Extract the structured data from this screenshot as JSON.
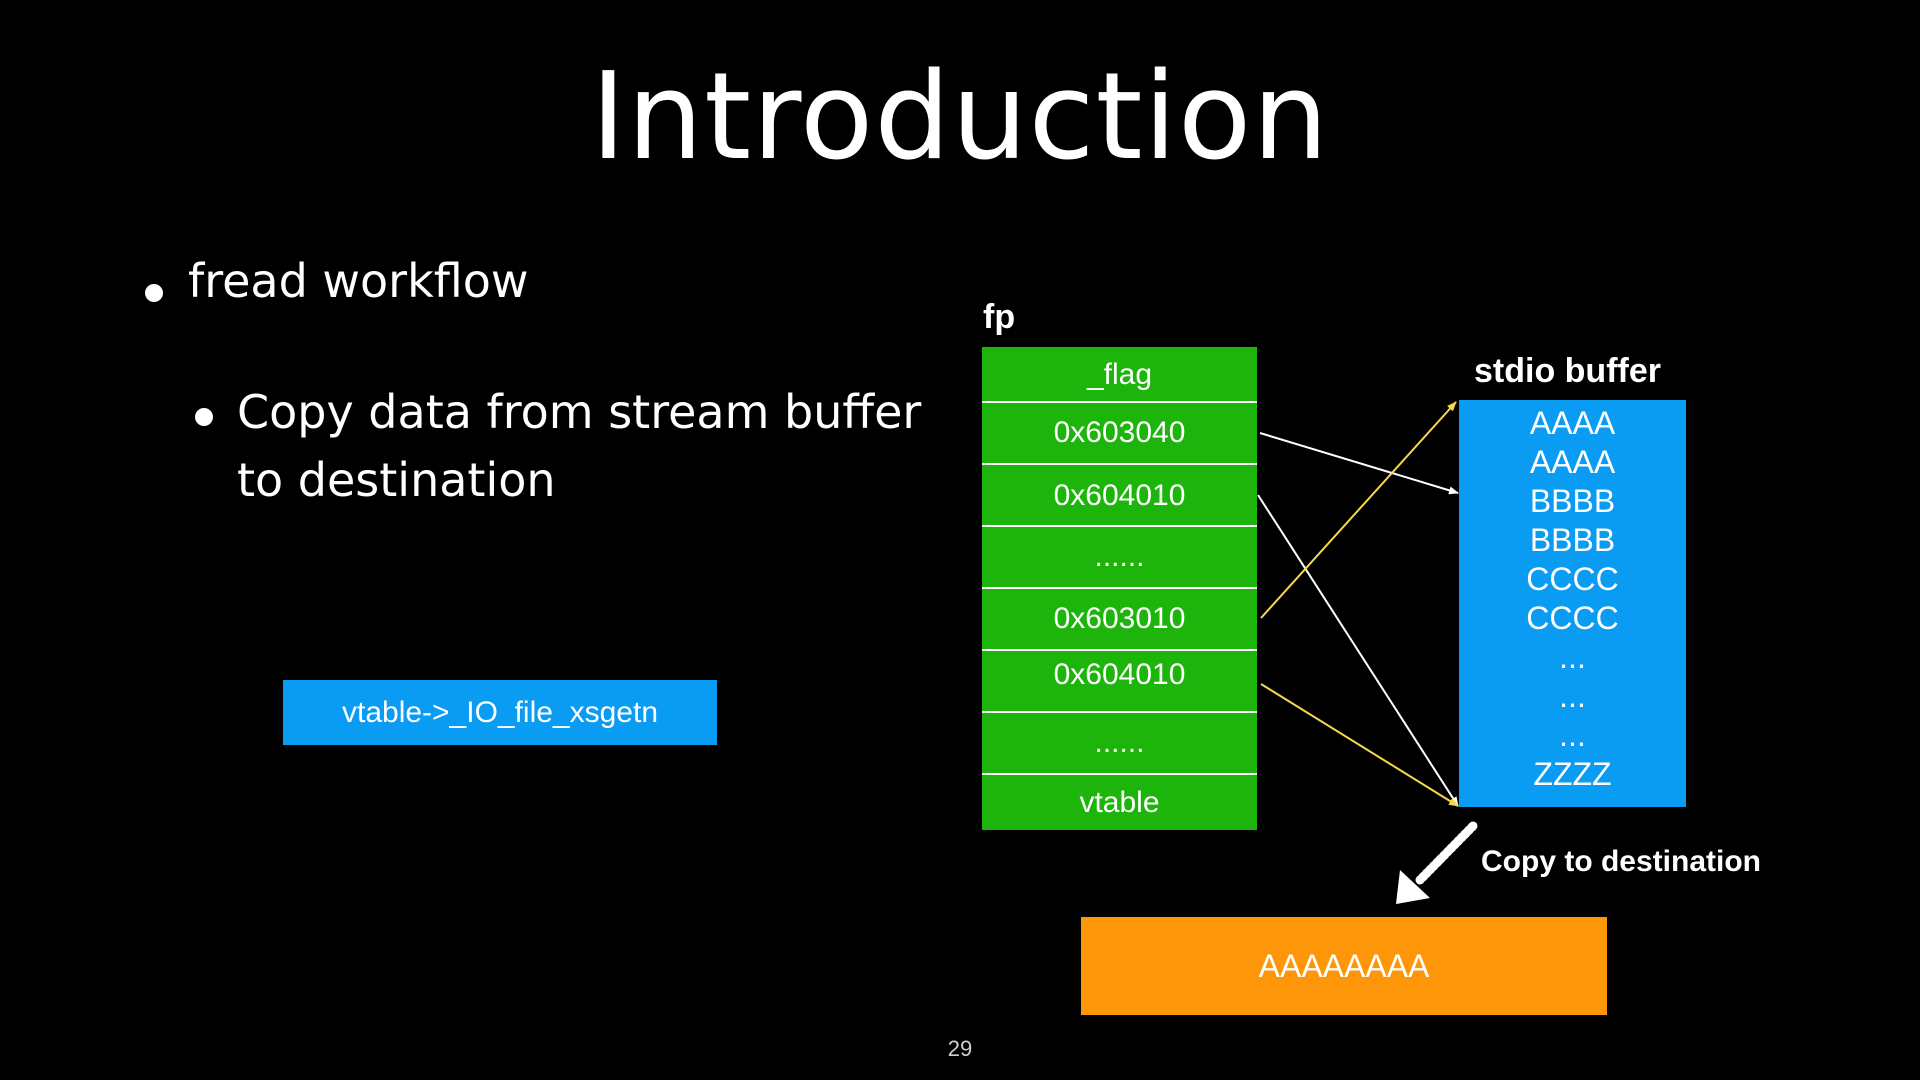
{
  "slide": {
    "title": "Introduction",
    "page_number": "29"
  },
  "bullets": {
    "level1": "fread workflow",
    "level2": "Copy data from stream buffer to destination"
  },
  "vtable_box": {
    "label": "vtable->_IO_file_xsgetn",
    "color": "#0a9bf3"
  },
  "fp": {
    "label": "fp",
    "color": "#1db40c",
    "fields": [
      "_flag",
      "0x603040",
      "0x604010",
      "......",
      "0x603010",
      "0x604010",
      "......",
      "vtable"
    ]
  },
  "stdio_buffer": {
    "label": "stdio buffer",
    "color": "#0a9bf3",
    "lines": [
      "AAAA",
      "AAAA",
      "BBBB",
      "BBBB",
      "CCCC",
      "CCCC",
      "...",
      "...",
      "...",
      "ZZZZ"
    ]
  },
  "copy_note": {
    "label": "Copy to destination"
  },
  "destination": {
    "value": "AAAAAAAA",
    "color": "#fd9608"
  },
  "arrow_colors": {
    "read_pointers": "#ffffff",
    "buffer_pointers": "#f5d94a"
  }
}
